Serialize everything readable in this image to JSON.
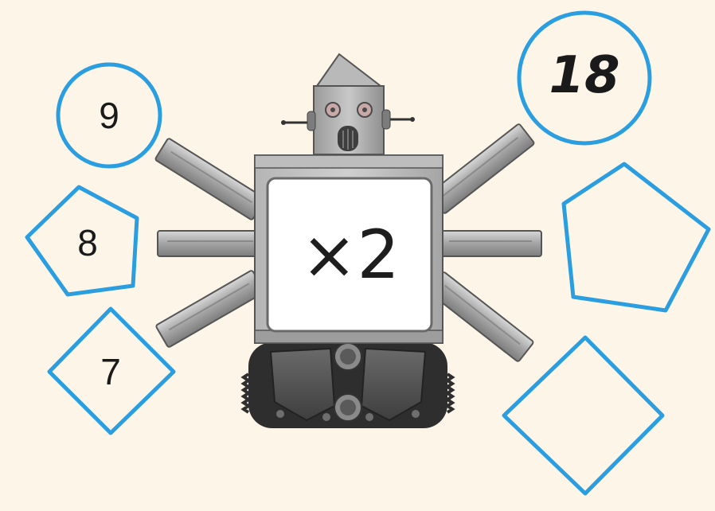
{
  "inputs": [
    {
      "shape": "circle",
      "value": "9"
    },
    {
      "shape": "pentagon",
      "value": "8"
    },
    {
      "shape": "diamond",
      "value": "7"
    }
  ],
  "outputs": [
    {
      "shape": "circle",
      "value": "18"
    },
    {
      "shape": "pentagon",
      "value": ""
    },
    {
      "shape": "diamond",
      "value": ""
    }
  ],
  "machine": {
    "operation": "×2"
  },
  "colors": {
    "background": "#fdf6e8",
    "shape_outline": "#2a9ee0",
    "metal": "#a8a8a8",
    "metal_dark": "#5b5b5b",
    "tread": "#4a4a4a"
  }
}
